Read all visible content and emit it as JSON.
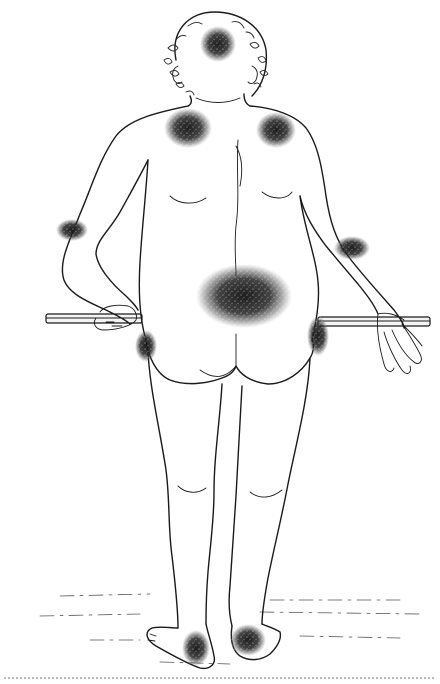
{
  "figure": {
    "subject": "",
    "colors": {
      "ink": "#1a1a1a",
      "pressure_spot": "#1c1c1c",
      "background": "#ffffff"
    },
    "pressure_points": [
      {
        "name": "occiput"
      },
      {
        "name": "left-scapula"
      },
      {
        "name": "right-scapula"
      },
      {
        "name": "left-elbow"
      },
      {
        "name": "right-elbow"
      },
      {
        "name": "sacrum"
      },
      {
        "name": "left-greater-trochanter"
      },
      {
        "name": "right-greater-trochanter"
      },
      {
        "name": "left-heel"
      },
      {
        "name": "right-heel"
      }
    ]
  }
}
